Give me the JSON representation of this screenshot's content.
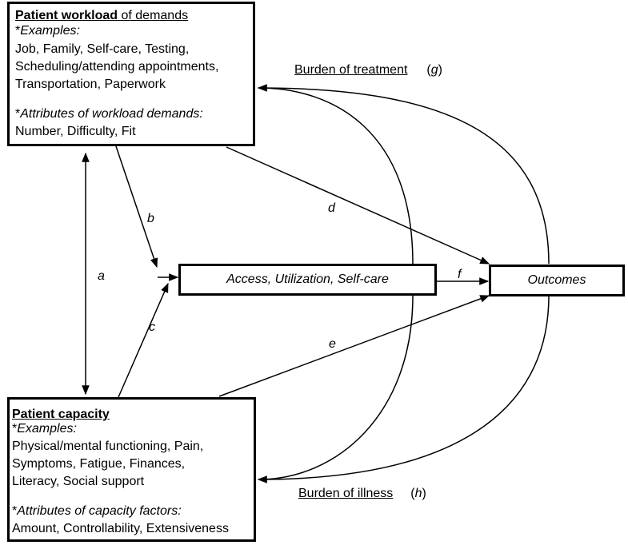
{
  "workload_box": {
    "title_bold": "Patient workload",
    "title_rest": " of demands",
    "examples_label": "Examples:",
    "examples_line1": "Job, Family, Self-care, Testing,",
    "examples_line2": "Scheduling/attending appointments,",
    "examples_line3": "Transportation, Paperwork",
    "attributes_label": "Attributes of workload demands:",
    "attributes_value": "Number, Difficulty, Fit"
  },
  "capacity_box": {
    "title": "Patient capacity",
    "examples_label": "Examples:",
    "examples_line1": "Physical/mental functioning, Pain,",
    "examples_line2": "Symptoms, Fatigue, Finances,",
    "examples_line3": "Literacy, Social support",
    "attributes_label": "Attributes of capacity factors:",
    "attributes_value": "Amount, Controllability, Extensiveness"
  },
  "access_box": {
    "label": "Access, Utilization, Self-care"
  },
  "outcomes_box": {
    "label": "Outcomes"
  },
  "burden_treatment": {
    "label": "Burden of treatment",
    "letter": "g"
  },
  "burden_illness": {
    "label": "Burden of illness",
    "letter": "h"
  },
  "edges": {
    "a": "a",
    "b": "b",
    "c": "c",
    "d": "d",
    "e": "e",
    "f": "f"
  },
  "asterisk": "*"
}
